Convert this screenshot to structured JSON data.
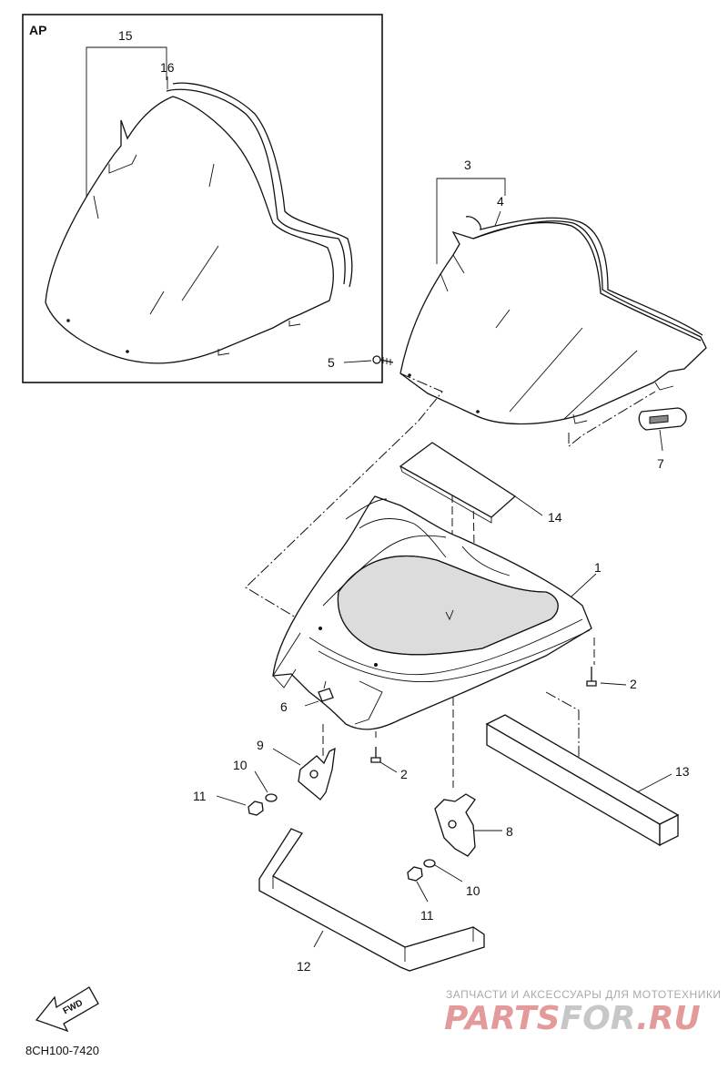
{
  "inset": {
    "label": "AP"
  },
  "callouts": {
    "p1": "1",
    "p2a": "2",
    "p2b": "2",
    "p3": "3",
    "p4": "4",
    "p5": "5",
    "p6": "6",
    "p7": "7",
    "p8": "8",
    "p9": "9",
    "p10a": "10",
    "p10b": "10",
    "p11a": "11",
    "p11b": "11",
    "p12": "12",
    "p13": "13",
    "p14": "14",
    "p15": "15",
    "p16": "16"
  },
  "fwd_arrow": {
    "label": "FWD"
  },
  "diagram_code": "8CH100-7420",
  "watermark": {
    "tagline": "ЗАПЧАСТИ И АКСЕССУАРЫ ДЛЯ МОТОТЕХНИКИ",
    "logo_part1": "PARTS",
    "logo_part2": "FOR",
    "logo_part3": ".RU",
    "logo_color_primary": "#e39a9a",
    "logo_color_secondary": "#c7c7c7"
  }
}
